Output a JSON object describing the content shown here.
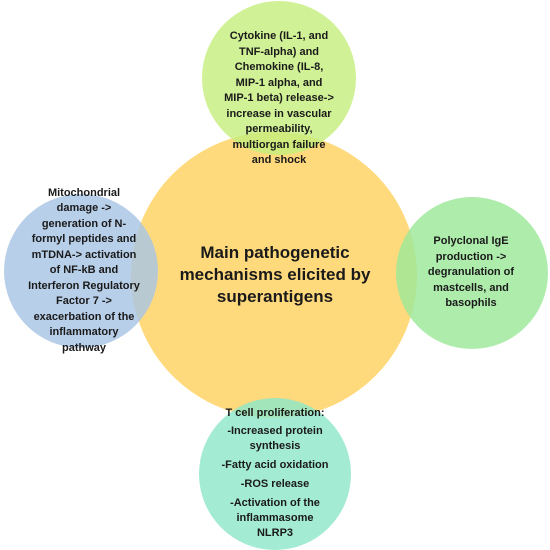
{
  "center": {
    "lines": [
      "Main pathogenetic",
      "mechanisms elicited by",
      "superantigens"
    ]
  },
  "top": {
    "lines": [
      "Cytokine (IL-1, and",
      "TNF-alpha) and",
      "Chemokine (IL-8,",
      "MIP-1 alpha, and",
      "MIP-1 beta) release->",
      "increase in vascular",
      "permeability,",
      "multiorgan failure",
      "and shock"
    ]
  },
  "left": {
    "lines": [
      "Mitochondrial",
      "damage ->",
      "generation of N-",
      "formyl peptides and",
      "mTDNA-> activation",
      "of NF-kB and",
      "Interferon Regulatory",
      "Factor 7 ->",
      "exacerbation of the",
      "inflammatory",
      "pathway"
    ]
  },
  "right": {
    "lines": [
      "Polyclonal IgE",
      "production ->",
      "degranulation of",
      "mastcells, and",
      "basophils"
    ]
  },
  "bottom": {
    "title": "T cell proliferation:",
    "items": [
      "-Increased protein",
      "synthesis",
      "-Fatty acid oxidation",
      "-ROS release",
      "-Activation of the",
      "inflammasome",
      "NLRP3"
    ]
  },
  "colors": {
    "center_circle": "#FFD56B",
    "top_circle": "#C6EE7E",
    "left_circle": "#A8C4E4",
    "right_circle": "#9CE89A",
    "bottom_circle": "#8FE6C8"
  }
}
